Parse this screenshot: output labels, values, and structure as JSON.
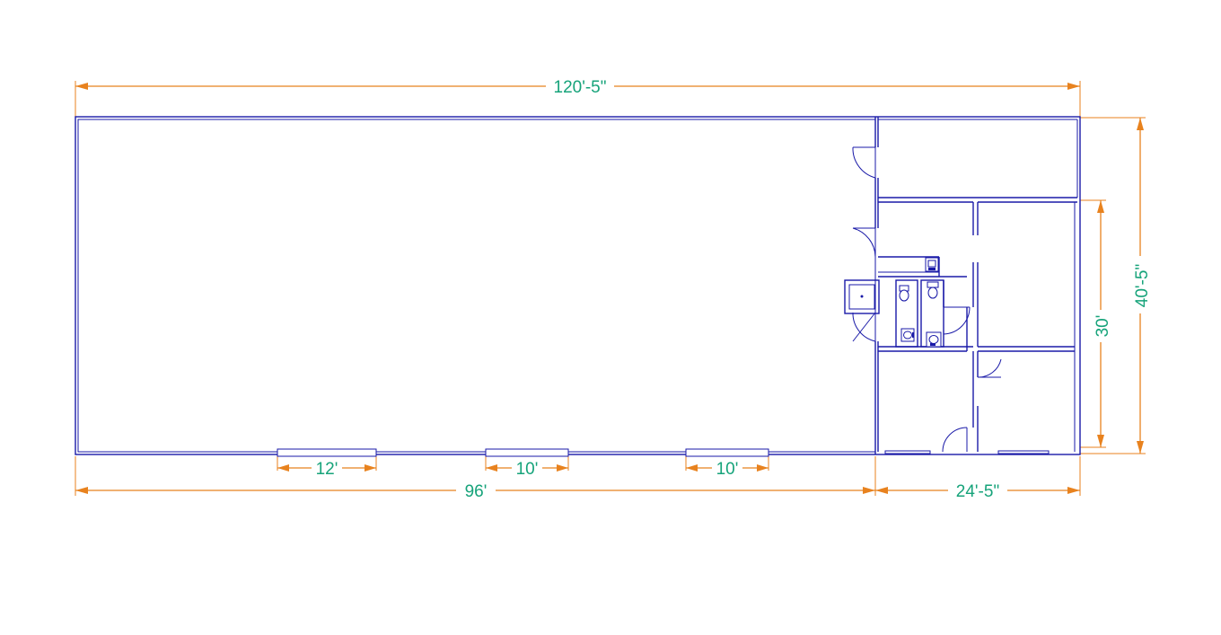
{
  "dimensions": {
    "overall_width": "120'-5\"",
    "overall_depth": "40'-5\"",
    "office_depth": "30'",
    "warehouse_width": "96'",
    "office_width": "24'-5\"",
    "door_1": "12'",
    "door_2": "10'",
    "door_3": "10'"
  },
  "colors": {
    "walls": "#1a1aa8",
    "dimension_lines": "#e8821e",
    "dimension_text": "#16a37a"
  },
  "icons": [
    "toilet-icon",
    "sink-icon",
    "water-heater-icon"
  ]
}
